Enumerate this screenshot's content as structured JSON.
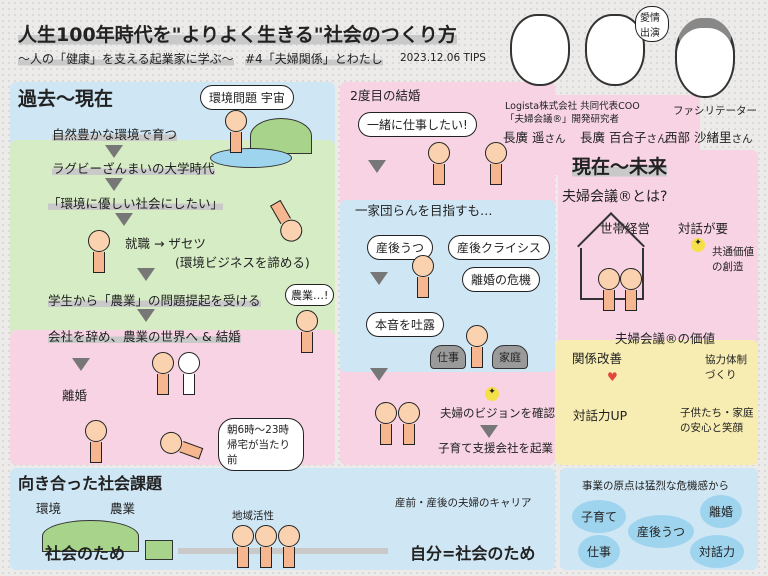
{
  "header": {
    "title": "人生100年時代を\"よりよく生きる\"社会のつくり方",
    "subtitle": "〜人の「健康」を支える起業家に学ぶ〜",
    "episode": "#4「夫婦関係」とわたし",
    "date": "2023.12.06 TIPS"
  },
  "speakers": {
    "bubble": "愛情出演",
    "affiliation": "Logista株式会社 共同代表COO",
    "affiliation2": "「夫婦会議®」開発研究者",
    "people": [
      {
        "name": "長廣 遥",
        "suffix": "さん"
      },
      {
        "name": "長廣 百合子",
        "suffix": "さん"
      },
      {
        "name": "西部 沙緒里",
        "suffix": "さん"
      }
    ],
    "facilitator_role": "ファシリテーター"
  },
  "past": {
    "heading": "過去〜現在",
    "thought": "環境問題 宇宙",
    "steps": [
      "自然豊かな環境で育つ",
      "ラグビーざんまいの大学時代",
      "「環境に優しい社会にしたい」",
      "就職 → ザセツ",
      "(環境ビジネスを諦める)",
      "学生から「農業」の問題提起を受ける",
      "会社を辞め、農業の世界へ & 結婚",
      "離婚"
    ],
    "farm_bubble": "農業…!",
    "overwork_bubble": "朝6時〜23時 帰宅が当たり前"
  },
  "middle": {
    "heading": "2度目の結婚",
    "wish_bubble": "一緒に仕事したい!",
    "family_line": "一家団らんを目指すも…",
    "bubbles": [
      "産後うつ",
      "産後クライシス",
      "離婚の危機",
      "本音を吐露"
    ],
    "rocks": [
      "仕事",
      "家庭"
    ],
    "vision": "夫婦のビジョンを確認",
    "startup": "子育て支援会社を起業"
  },
  "future": {
    "heading": "現在〜未来",
    "what_is": "夫婦会議®とは?",
    "household": "世帯経営",
    "dialogue": "対話が要",
    "shared_values": "共通価値の創造",
    "value_heading": "夫婦会議®の価値",
    "values": [
      "関係改善",
      "協力体制づくり",
      "対話力UP",
      "子供たち・家庭の安心と笑顔"
    ]
  },
  "social": {
    "heading": "向き合った社会課題",
    "topics": [
      "環境",
      "農業"
    ],
    "for_society": "社会のため",
    "regional": "地域活性",
    "career": "産前・産後の夫婦のキャリア",
    "self_society": "自分=社会のため"
  },
  "origin": {
    "heading": "事業の原点は猛烈な危機感から",
    "blobs": [
      "子育て",
      "離婚",
      "産後うつ",
      "仕事",
      "対話力"
    ]
  },
  "colors": {
    "pink": "#f7d3e3",
    "blue": "#cfe6f4",
    "green": "#d6ecc4",
    "yellow": "#f7ecb2"
  }
}
